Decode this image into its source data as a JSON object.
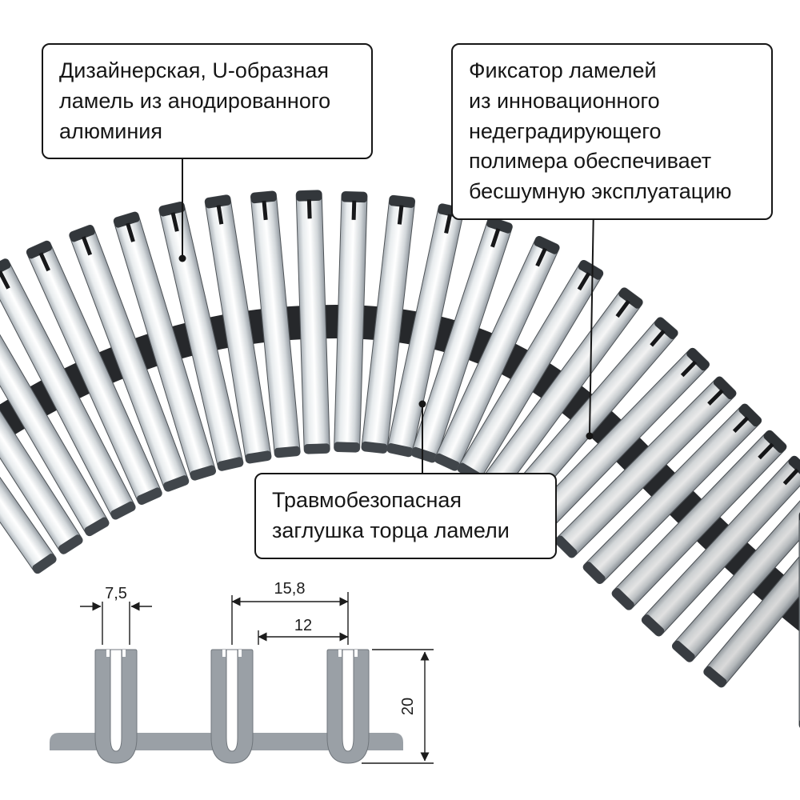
{
  "callouts": {
    "lamella": "Дизайнерская, U-образная\nламель из анодированного\nалюминия",
    "fixator": "Фиксатор ламелей\nиз инновационного\nнедеградирующего\nполимера обеспечивает\nбесшумную эксплуатацию",
    "endcap": "Травмобезопасная\nзаглушка торца ламели"
  },
  "technical_drawing": {
    "dim_slot_width": "7,5",
    "dim_pitch": "15,8",
    "dim_inner_gap": "12",
    "dim_profile_height": "20"
  },
  "illustration": {
    "lamella_count": 27,
    "colors": {
      "spine_dark": "#26282b",
      "cap_dark": "#33373b",
      "end_cap": "#41464b",
      "metal_edge": "#a9b0b6",
      "metal_highlight": "#ffffff",
      "drawing_gray": "#9aa0a6",
      "line_dark": "#1c1c1c"
    }
  }
}
